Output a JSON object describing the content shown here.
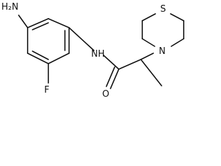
{
  "atoms": {
    "nh2": "H₂N",
    "nh": "NH",
    "f": "F",
    "o": "O",
    "n": "N",
    "s": "S"
  }
}
